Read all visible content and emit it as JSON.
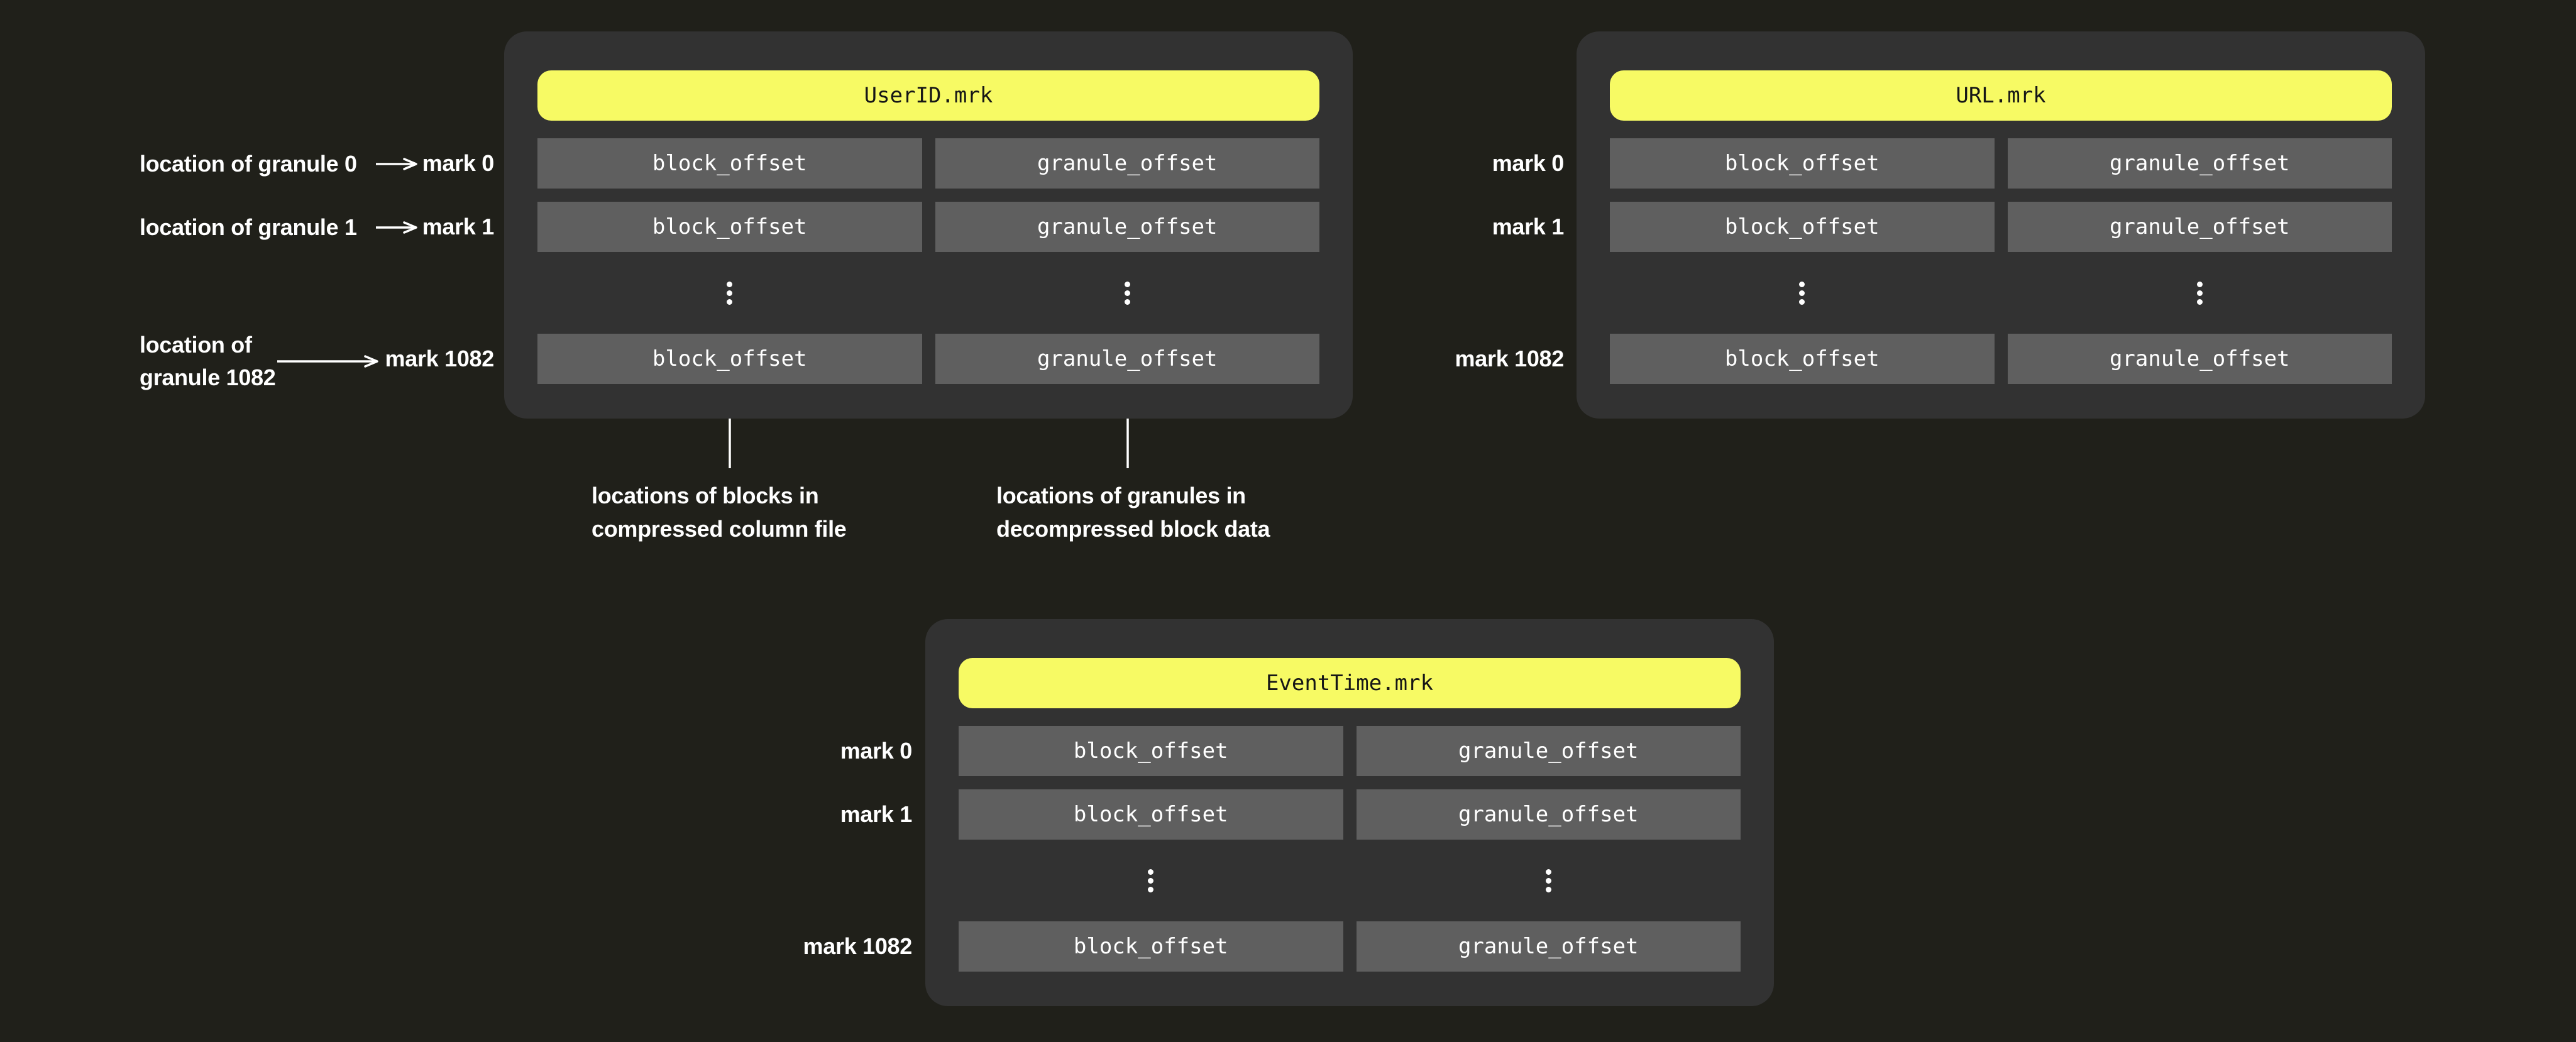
{
  "colors": {
    "background": "#20201a",
    "panel_background": "#323232",
    "cell_background": "#5f5f5f",
    "header_background": "#f7fa64",
    "header_text": "#161616",
    "label_text": "#ffffff",
    "arrow": "#ffffff"
  },
  "panels": {
    "userid": {
      "title": "UserID.mrk",
      "rows": [
        {
          "block": "block_offset",
          "granule": "granule_offset"
        },
        {
          "block": "block_offset",
          "granule": "granule_offset"
        },
        {
          "block": "block_offset",
          "granule": "granule_offset"
        }
      ]
    },
    "url": {
      "title": "URL.mrk",
      "rows": [
        {
          "block": "block_offset",
          "granule": "granule_offset"
        },
        {
          "block": "block_offset",
          "granule": "granule_offset"
        },
        {
          "block": "block_offset",
          "granule": "granule_offset"
        }
      ]
    },
    "eventtime": {
      "title": "EventTime.mrk",
      "rows": [
        {
          "block": "block_offset",
          "granule": "granule_offset"
        },
        {
          "block": "block_offset",
          "granule": "granule_offset"
        },
        {
          "block": "block_offset",
          "granule": "granule_offset"
        }
      ]
    }
  },
  "marks": {
    "userid": [
      "mark 0",
      "mark 1",
      "mark 1082"
    ],
    "url": [
      "mark 0",
      "mark 1",
      "mark 1082"
    ],
    "eventtime": [
      "mark 0",
      "mark 1",
      "mark 1082"
    ]
  },
  "left_labels": {
    "granule0": "location of granule 0",
    "granule1": "location of granule 1",
    "granule1082_line1": "location of",
    "granule1082_line2": "granule 1082"
  },
  "footnotes": {
    "blocks_line1": "locations of blocks in",
    "blocks_line2": "compressed column file",
    "granules_line1": "locations of granules in",
    "granules_line2": "decompressed block data"
  }
}
